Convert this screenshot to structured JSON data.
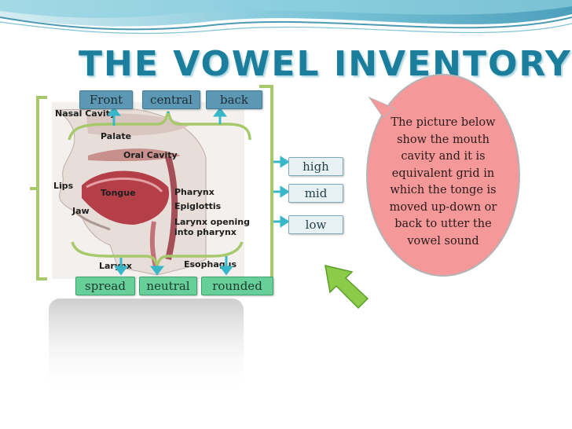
{
  "slide": {
    "title": "The Vowel Inventory",
    "accent_color": "#1b7e9c",
    "callout_color": "#f4989a"
  },
  "columns": {
    "front": "Front",
    "central": "central",
    "back": "back"
  },
  "heights": {
    "high": "high",
    "mid": "mid",
    "low": "low"
  },
  "rounding": {
    "spread": "spread",
    "neutral": "neutral",
    "rounded": "rounded"
  },
  "callout": {
    "text": "The picture below show the mouth cavity and it is equivalent grid in which the tonge is moved up-down or back to utter the vowel sound"
  },
  "anatomy": {
    "nasal_cavity": "Nasal Cavity",
    "palate": "Palate",
    "oral_cavity": "Oral Cavity",
    "lips": "Lips",
    "tongue": "Tongue",
    "pharynx": "Pharynx",
    "epiglottis": "Epiglottis",
    "jaw": "Jaw",
    "larynx_opening_1": "Larynx opening",
    "larynx_opening_2": "into pharynx",
    "larynx": "Larynx",
    "esophagus": "Esophagus"
  },
  "icons": {
    "pointer": "green-arrow-icon",
    "up": "up-arrow-icon",
    "down": "down-arrow-icon",
    "right": "right-arrow-icon"
  }
}
